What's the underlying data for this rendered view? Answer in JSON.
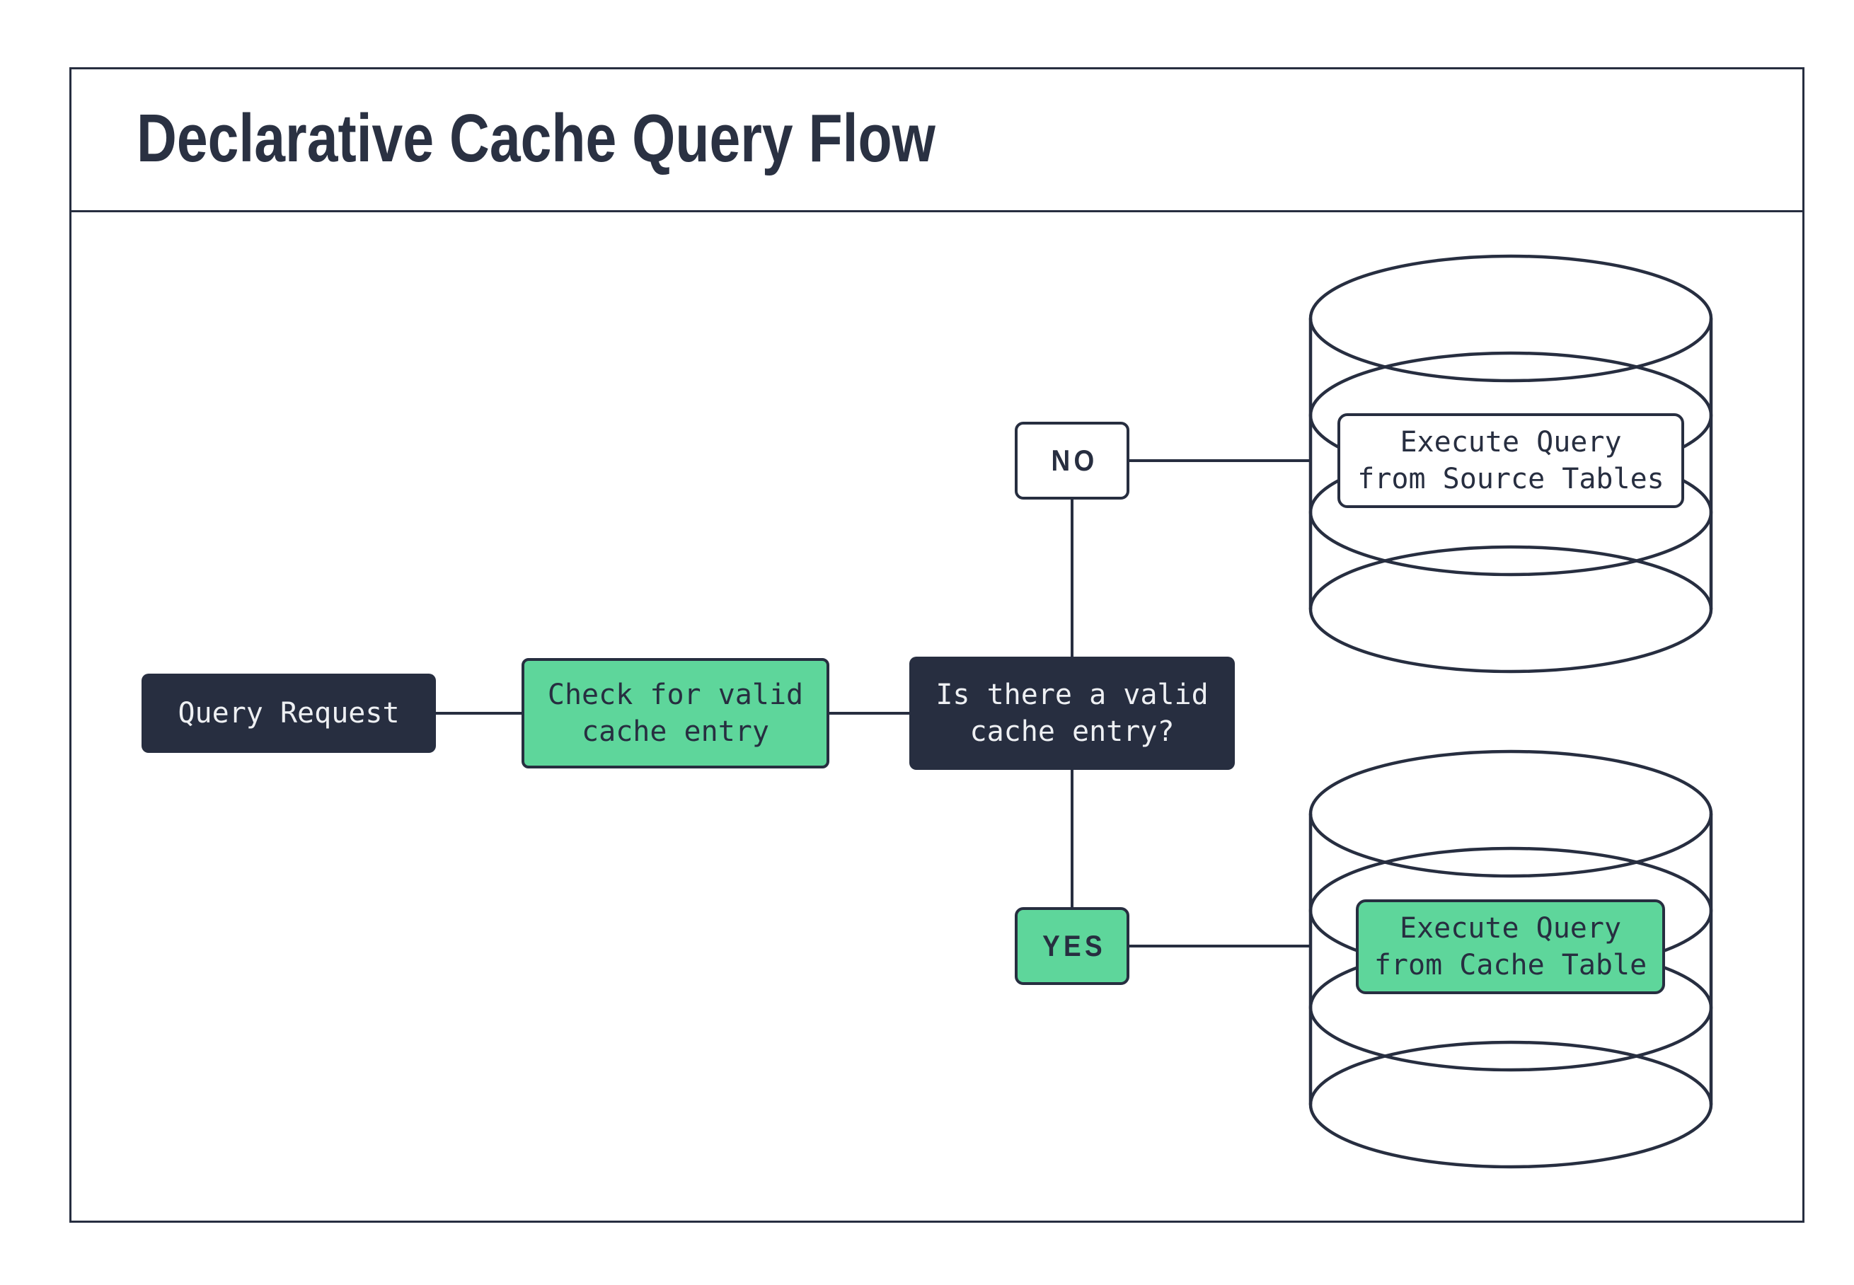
{
  "title": "Declarative Cache Query Flow",
  "colors": {
    "ink": "#272e40",
    "green": "#5ed69b",
    "paper": "#ffffff",
    "light_text": "#eef0f3"
  },
  "nodes": {
    "query_request": {
      "label": "Query Request"
    },
    "check_cache": {
      "line1": "Check for valid",
      "line2": "cache entry"
    },
    "decision": {
      "line1": "Is there a valid",
      "line2": "cache entry?"
    },
    "branch_no": {
      "label": "NO"
    },
    "branch_yes": {
      "label": "YES"
    },
    "source_db_action": {
      "line1": "Execute Query",
      "line2": "from Source Tables"
    },
    "cache_db_action": {
      "line1": "Execute Query",
      "line2": "from Cache Table"
    }
  },
  "icons": {
    "source_database": "database-cylinder",
    "cache_database": "database-cylinder"
  }
}
